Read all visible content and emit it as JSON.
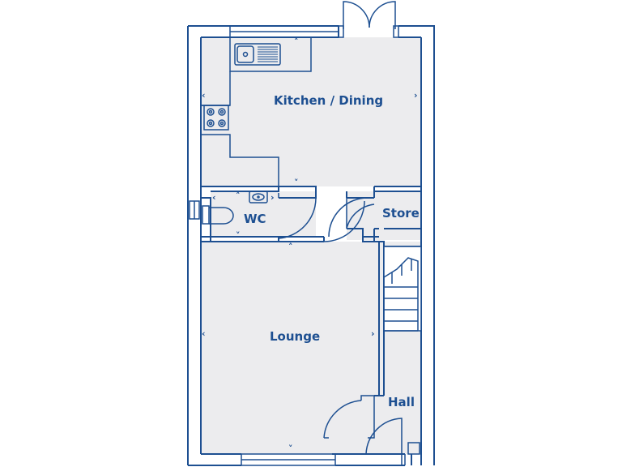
{
  "colors": {
    "wall": "#1d4f91",
    "floor": "#ececee",
    "background": "#ffffff"
  },
  "rooms": {
    "kitchen": "Kitchen / Dining",
    "wc": "WC",
    "store": "Store",
    "lounge": "Lounge",
    "hall": "Hall"
  },
  "icons": {
    "arrow_up": "˄",
    "arrow_down": "˅",
    "arrow_left": "‹",
    "arrow_right": "›"
  }
}
